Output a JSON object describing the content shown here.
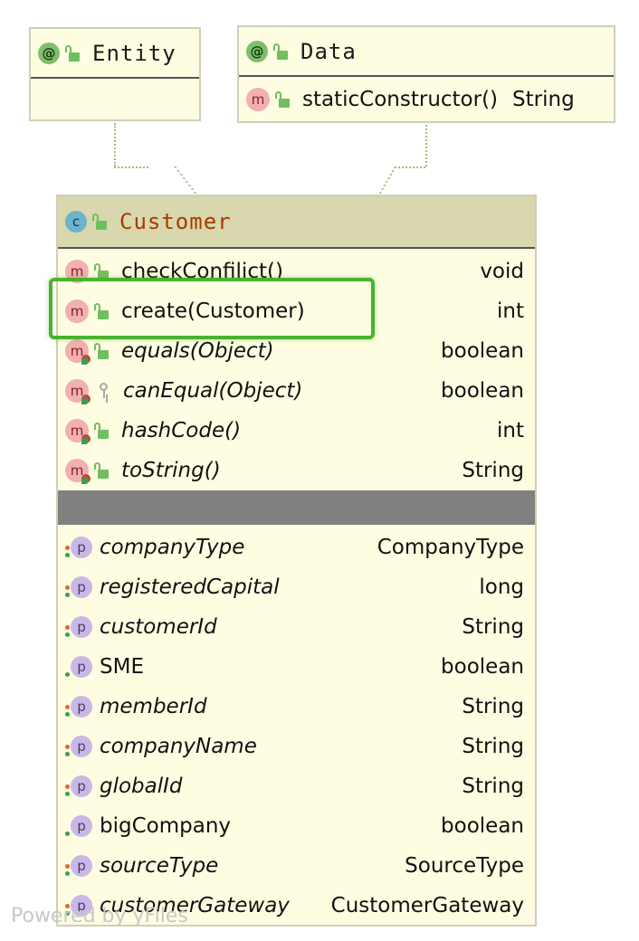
{
  "entity_box": {
    "stereotype_icon": "at-icon",
    "title": "Entity"
  },
  "data_box": {
    "stereotype_icon": "at-icon",
    "title": "Data",
    "member": {
      "name": "staticConstructor()",
      "type": "String"
    }
  },
  "customer_box": {
    "kind_icon": "class-icon",
    "title": "Customer",
    "methods": [
      {
        "name": "checkConfilict()",
        "type": "void",
        "italic": false,
        "inherited": false,
        "access": "public"
      },
      {
        "name": "create(Customer)",
        "type": "int",
        "italic": false,
        "inherited": false,
        "access": "public"
      },
      {
        "name": "equals(Object)",
        "type": "boolean",
        "italic": true,
        "inherited": true,
        "access": "public"
      },
      {
        "name": "canEqual(Object)",
        "type": "boolean",
        "italic": true,
        "inherited": true,
        "access": "protected"
      },
      {
        "name": "hashCode()",
        "type": "int",
        "italic": true,
        "inherited": true,
        "access": "public"
      },
      {
        "name": "toString()",
        "type": "String",
        "italic": true,
        "inherited": true,
        "access": "public"
      }
    ],
    "properties": [
      {
        "name": "companyType",
        "type": "CompanyType",
        "italic": true,
        "dots": "two"
      },
      {
        "name": "registeredCapital",
        "type": "long",
        "italic": true,
        "dots": "two"
      },
      {
        "name": "customerId",
        "type": "String",
        "italic": true,
        "dots": "two"
      },
      {
        "name": "SME",
        "type": "boolean",
        "italic": false,
        "dots": "one"
      },
      {
        "name": "memberId",
        "type": "String",
        "italic": true,
        "dots": "two"
      },
      {
        "name": "companyName",
        "type": "String",
        "italic": true,
        "dots": "two"
      },
      {
        "name": "globalId",
        "type": "String",
        "italic": true,
        "dots": "two"
      },
      {
        "name": "bigCompany",
        "type": "boolean",
        "italic": false,
        "dots": "one"
      },
      {
        "name": "sourceType",
        "type": "SourceType",
        "italic": true,
        "dots": "two"
      },
      {
        "name": "customerGateway",
        "type": "CustomerGateway",
        "italic": true,
        "dots": "two"
      }
    ]
  },
  "watermark": "Powered by yFiles",
  "colors": {
    "box_fill": "#fefde2",
    "class_header": "#d8d7ad",
    "highlight": "#49b22f",
    "separator": "#808080"
  }
}
